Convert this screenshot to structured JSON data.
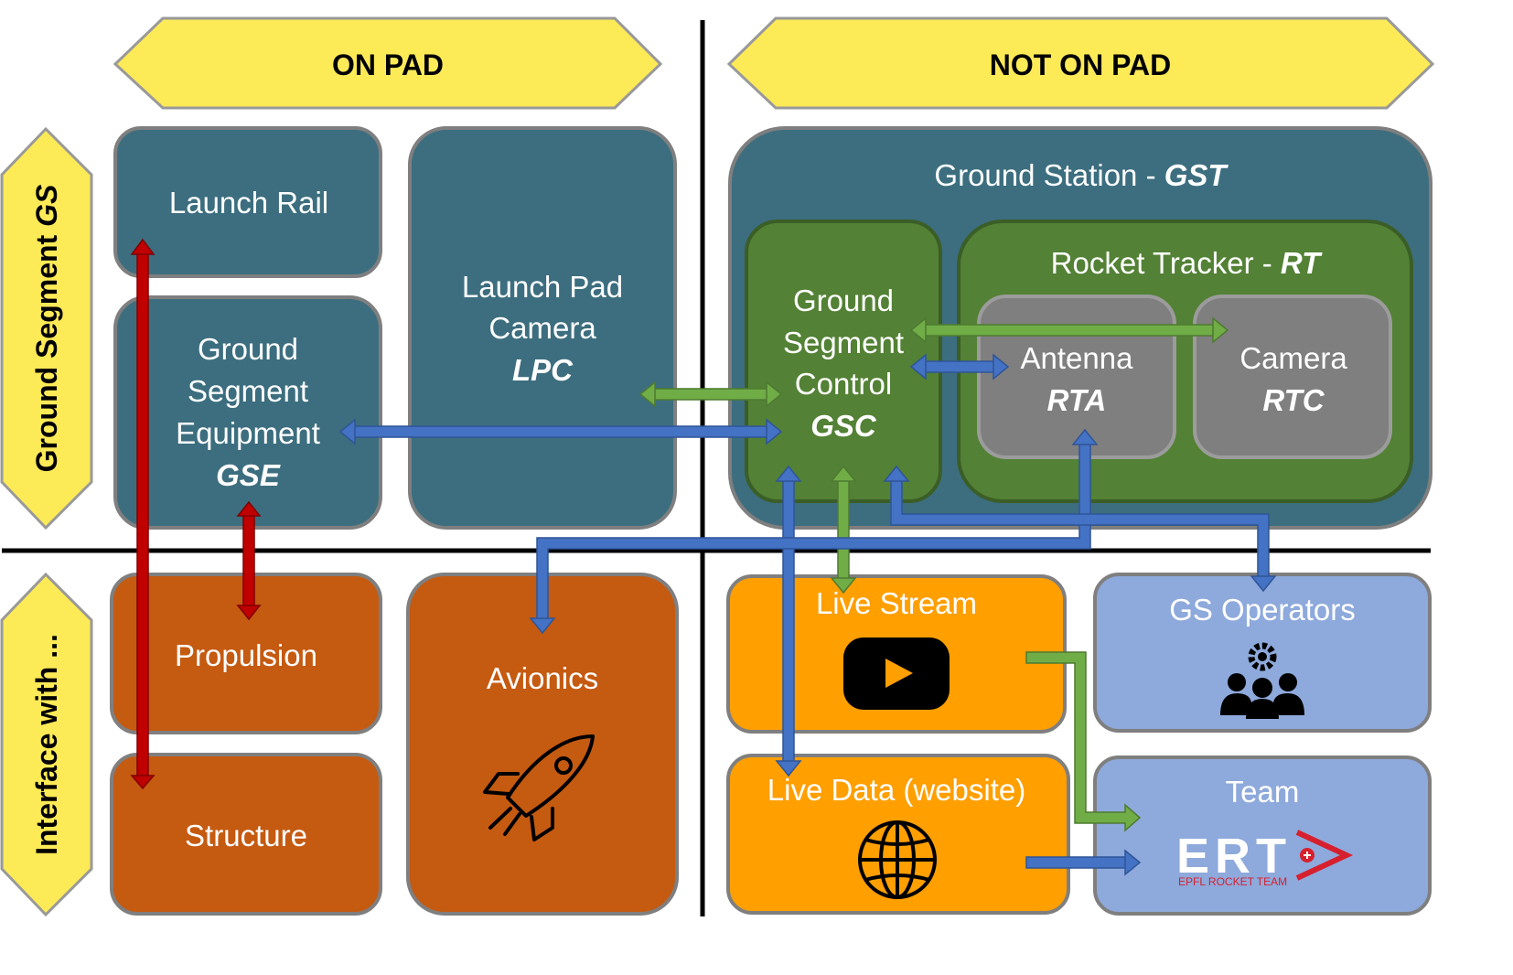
{
  "headers": {
    "on_pad": "ON PAD",
    "not_on_pad": "NOT ON PAD"
  },
  "side_labels": {
    "ground_segment_prefix": "Ground Segment ",
    "ground_segment_abbr": "GS",
    "interface_with": "Interface with ..."
  },
  "ground_segment": {
    "launch_rail": "Launch Rail",
    "gse": {
      "line1": "Ground",
      "line2": "Segment",
      "line3": "Equipment",
      "abbr": "GSE"
    },
    "lpc": {
      "line1": "Launch Pad",
      "line2": "Camera",
      "abbr": "LPC"
    },
    "gst": {
      "title": "Ground Station - ",
      "abbr": "GST"
    },
    "gsc": {
      "line1": "Ground",
      "line2": "Segment",
      "line3": "Control",
      "abbr": "GSC"
    },
    "rt": {
      "title": "Rocket Tracker - ",
      "abbr": "RT"
    },
    "rta": {
      "label": "Antenna",
      "abbr": "RTA"
    },
    "rtc": {
      "label": "Camera",
      "abbr": "RTC"
    }
  },
  "interfaces": {
    "propulsion": "Propulsion",
    "structure": "Structure",
    "avionics": "Avionics",
    "live_stream": "Live Stream",
    "live_data": "Live Data (website)",
    "gs_operators": "GS Operators",
    "team": "Team",
    "team_logo": {
      "letters": "ERT",
      "subtitle": "EPFL ROCKET TEAM"
    }
  },
  "icons": {
    "avionics": "rocket-icon",
    "live_stream": "play-button-icon",
    "live_data": "globe-icon",
    "gs_operators": "people-gear-icon",
    "team": "ert-logo"
  },
  "colors": {
    "header_fill": "#fdea57",
    "gs_box": "#3c6e7f",
    "gsc_box": "#538135",
    "rt_sub_box": "#7f7f7f",
    "orange_box": "#c55a11",
    "amber_box": "#ff9f00",
    "blue_box": "#8ea9db",
    "arrow_red": "#c00000",
    "arrow_green": "#70ad47",
    "arrow_blue": "#4472c4"
  }
}
